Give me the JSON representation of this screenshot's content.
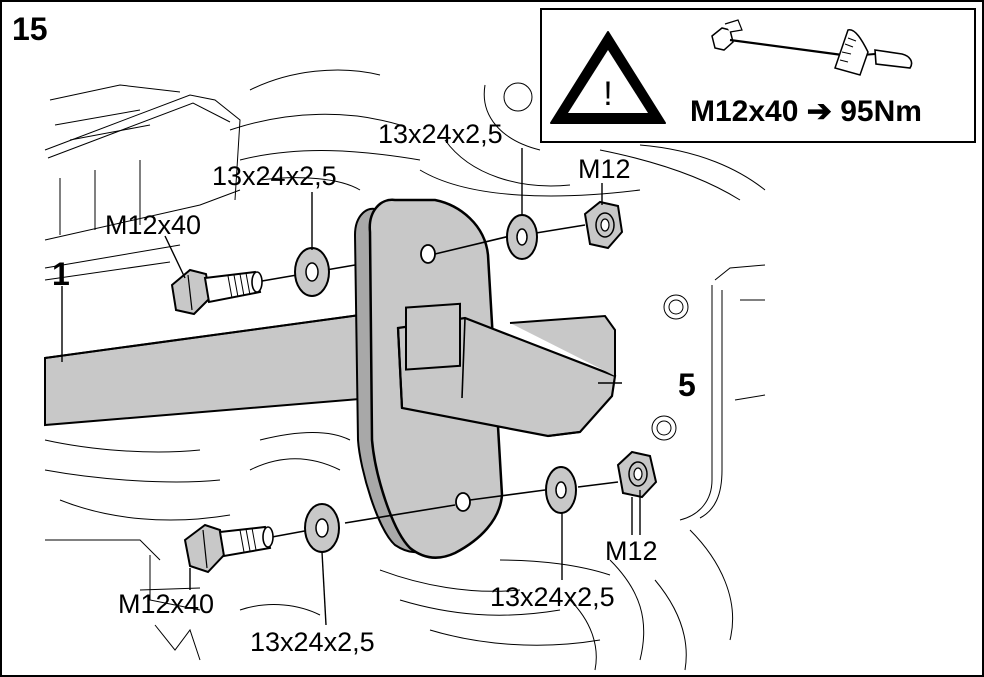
{
  "step_number": "15",
  "warning": {
    "glyph": "!",
    "spec": "M12x40 ➔ 95Nm"
  },
  "labels": {
    "crossbar_part": "1",
    "bracket_part": "5",
    "bolt_upper": "M12x40",
    "bolt_lower": "M12x40",
    "washer_upper_left": "13x24x2,5",
    "washer_upper_right": "13x24x2,5",
    "washer_lower_left": "13x24x2,5",
    "washer_lower_right": "13x24x2,5",
    "nut_upper": "M12",
    "nut_lower": "M12"
  },
  "colors": {
    "part_fill": "#c8c8c8",
    "part_dark": "#a8a8a8",
    "ink": "#000000",
    "paper": "#ffffff"
  }
}
